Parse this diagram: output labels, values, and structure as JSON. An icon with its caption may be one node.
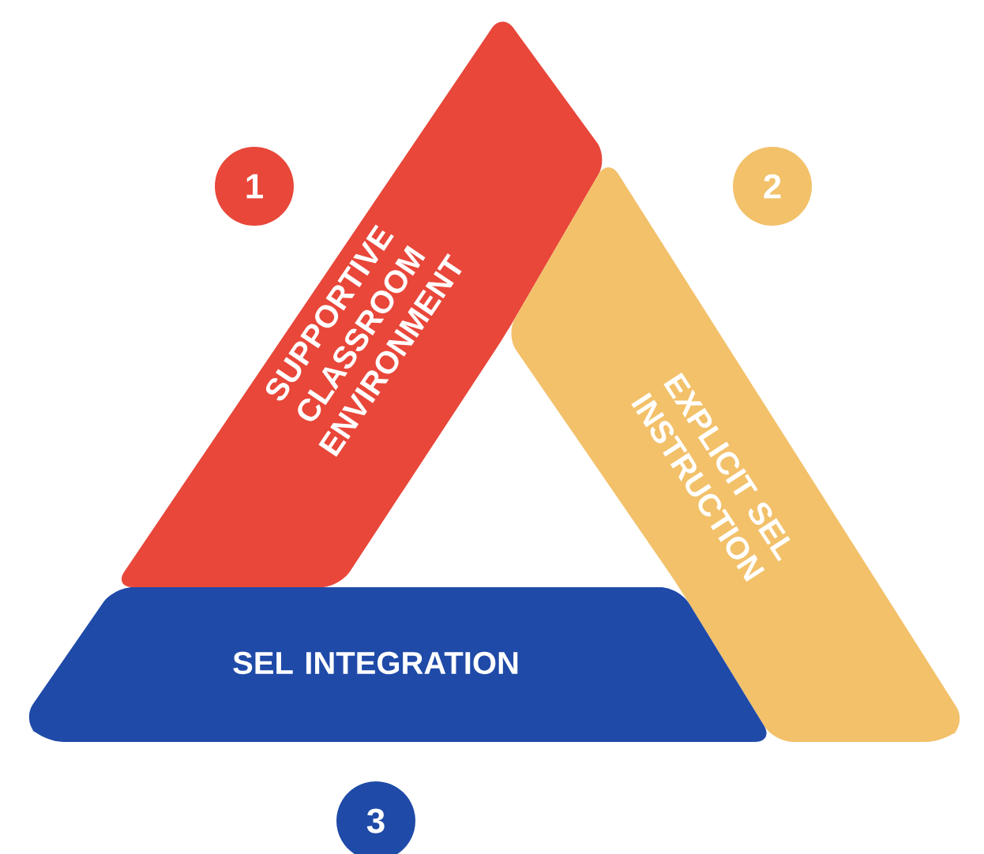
{
  "diagram": {
    "nodes": [
      {
        "text": [
          "1"
        ]
      },
      {
        "text": [
          "SUPPORTIVE CLASSROOM ENVIRONMENT"
        ]
      },
      {
        "text": [
          "2"
        ]
      },
      {
        "text": [
          "EXPLICIT SEL INSTRUCTION"
        ]
      },
      {
        "text": [
          "SEL INTEGRATION"
        ]
      },
      {
        "text": [
          "3"
        ]
      }
    ]
  }
}
